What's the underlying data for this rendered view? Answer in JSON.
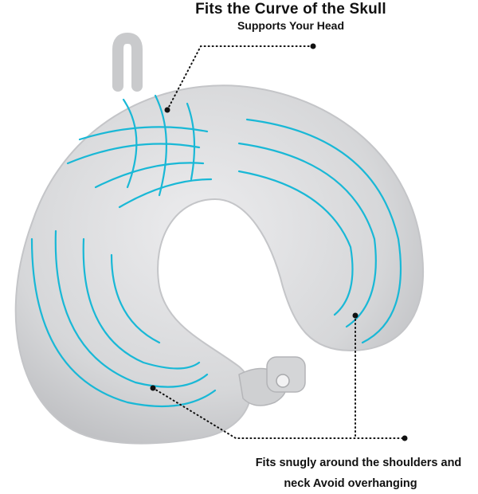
{
  "top_callout": {
    "title": "Fits the Curve of the Skull",
    "subtitle": "Supports Your Head"
  },
  "bottom_callout": {
    "line1": "Fits snugly around the shoulders and",
    "line2": "neck Avoid overhanging"
  },
  "colors": {
    "pillow_fill": "#d9dadc",
    "pillow_shadow": "#b9babd",
    "accent_lines": "#19b8d6",
    "leader_lines": "#111111"
  }
}
